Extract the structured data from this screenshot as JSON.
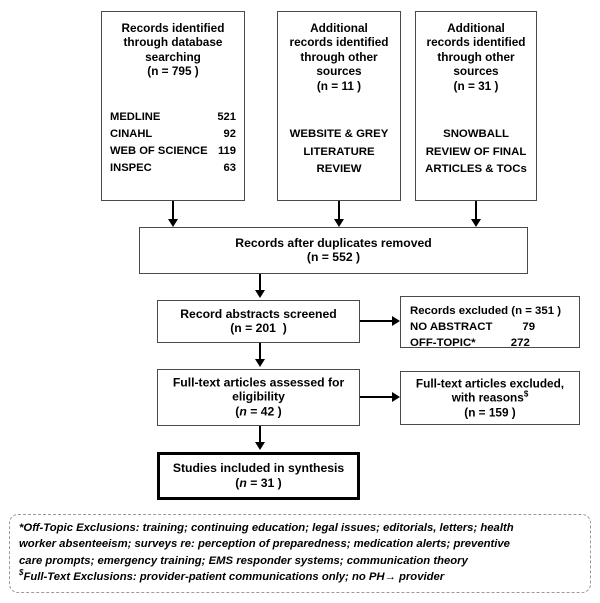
{
  "diagram": {
    "title": "PRISMA study selection flow diagram",
    "colors": {
      "box_border": "#4a4a4a",
      "emphasis_border": "#000000",
      "footnote_border": "#9a9a9a",
      "background": "#ffffff",
      "text": "#000000"
    }
  },
  "identification": {
    "database_box": {
      "line1": "Records identified",
      "line2": "through database",
      "line3": "searching",
      "count": "(n =  795 )",
      "sources": [
        {
          "name": "MEDLINE",
          "value": "521"
        },
        {
          "name": "CINAHL",
          "value": "92"
        },
        {
          "name": "WEB OF SCIENCE",
          "value": "119"
        },
        {
          "name": "INSPEC",
          "value": "63"
        }
      ]
    },
    "other_box_1": {
      "line1": "Additional",
      "line2": "records identified",
      "line3": "through other",
      "line4": "sources",
      "count": "(n =  11 )",
      "detail_line1": "WEBSITE & GREY",
      "detail_line2": "LITERATURE",
      "detail_line3": "REVIEW"
    },
    "other_box_2": {
      "line1": "Additional",
      "line2": "records identified",
      "line3": "through other",
      "line4": "sources",
      "count": "(n =  31 )",
      "detail_line1": "SNOWBALL",
      "detail_line2": "REVIEW OF FINAL",
      "detail_line3": "ARTICLES & TOCs"
    }
  },
  "screening": {
    "duplicates_removed": {
      "label": "Records after duplicates removed",
      "count": "(n = 552 )"
    },
    "abstracts_screened": {
      "label": "Record abstracts screened",
      "count_prefix": "(n = 201",
      "count_suffix": ")"
    },
    "records_excluded": {
      "heading": "Records excluded (n = 351 )",
      "reasons": [
        {
          "name": "NO ABSTRACT",
          "value": "79"
        },
        {
          "name": "OFF-TOPIC*",
          "value": "272"
        }
      ]
    }
  },
  "eligibility": {
    "fulltext_assessed": {
      "line1": "Full-text articles assessed for",
      "line2": "eligibility",
      "count_open": "(",
      "count_n": "n",
      "count_rest": " = 42 )"
    },
    "fulltext_excluded": {
      "line1": "Full-text articles excluded,",
      "line2": "with reasons",
      "line2_superscript": "$",
      "count": "(n = 159 )"
    }
  },
  "included": {
    "studies_included": {
      "label": "Studies included in synthesis",
      "count_open": "(",
      "count_n": "n",
      "count_rest": " = 31 )"
    }
  },
  "footnotes": {
    "offtopic_marker": "*",
    "offtopic_line1": "Off-Topic Exclusions: training; continuing education; legal issues;  editorials, letters; health",
    "offtopic_line2": "worker absenteeism; surveys re: perception of preparedness; medication alerts; preventive",
    "offtopic_line3": "care prompts; emergency training; EMS responder systems; communication theory",
    "fulltext_marker": "$",
    "fulltext_line": "Full-Text Exclusions: provider-patient communications only; no PH→ provider"
  }
}
